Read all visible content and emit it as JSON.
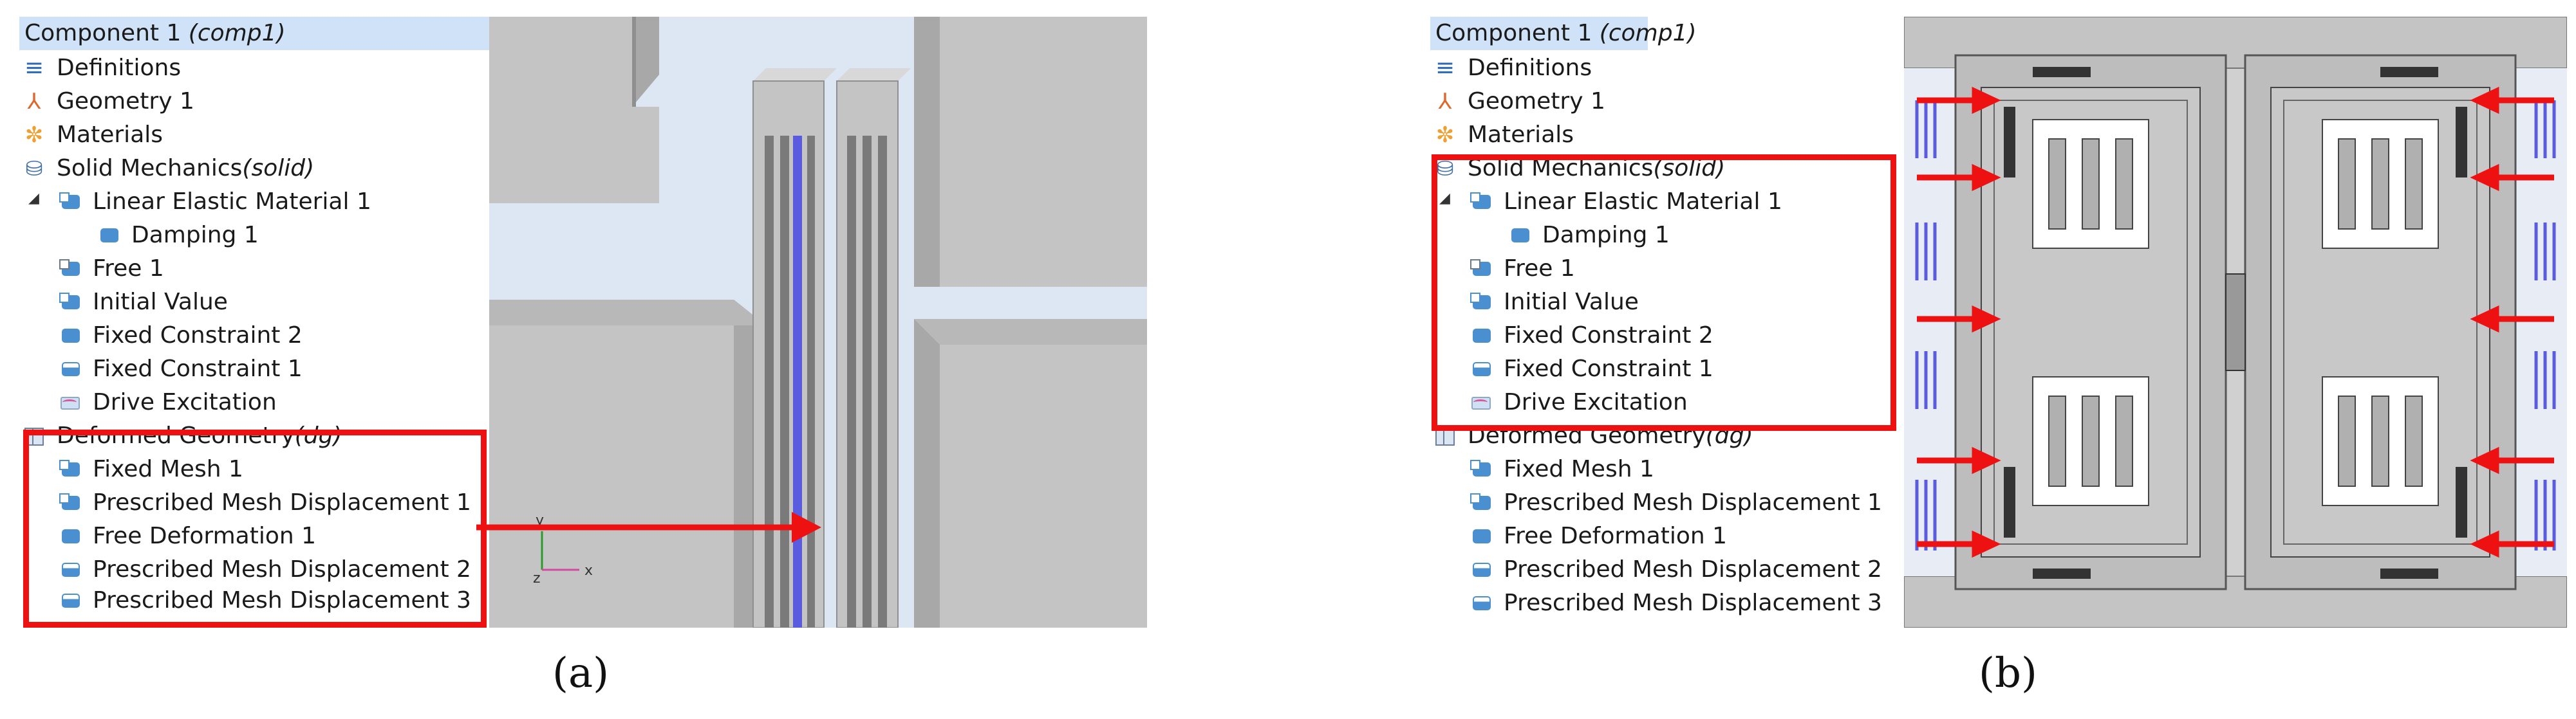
{
  "panel_a": {
    "tree": {
      "root": {
        "label": "Component 1 ",
        "tag": "(comp1)"
      },
      "items": [
        {
          "label": "Definitions",
          "tag": "",
          "icon": "definitions-icon"
        },
        {
          "label": "Geometry 1",
          "tag": "",
          "icon": "geometry-icon"
        },
        {
          "label": "Materials",
          "tag": "",
          "icon": "materials-icon"
        },
        {
          "label": "Solid Mechanics ",
          "tag": "(solid)",
          "icon": "solid-mechanics-icon"
        },
        {
          "label": "Linear Elastic Material 1",
          "tag": "",
          "icon": "domain-node-icon"
        },
        {
          "label": "Damping 1",
          "tag": "",
          "icon": "subnode-icon"
        },
        {
          "label": "Free 1",
          "tag": "",
          "icon": "free-node-icon"
        },
        {
          "label": "Initial Value",
          "tag": "",
          "icon": "domain-node-icon"
        },
        {
          "label": "Fixed Constraint 2",
          "tag": "",
          "icon": "subnode-icon"
        },
        {
          "label": "Fixed Constraint 1",
          "tag": "",
          "icon": "boundary-node-icon"
        },
        {
          "label": "Drive Excitation",
          "tag": "",
          "icon": "load-wave-icon"
        },
        {
          "label": "Deformed Geometry ",
          "tag": "(dg)",
          "icon": "deformed-geometry-icon"
        },
        {
          "label": "Fixed Mesh 1",
          "tag": "",
          "icon": "domain-node-icon"
        },
        {
          "label": "Prescribed Mesh Displacement 1",
          "tag": "",
          "icon": "domain-node-icon"
        },
        {
          "label": "Free Deformation 1",
          "tag": "",
          "icon": "subnode-icon"
        },
        {
          "label": "Prescribed Mesh Displacement 2",
          "tag": "",
          "icon": "boundary-node-icon"
        },
        {
          "label": "Prescribed Mesh Displacement 3",
          "tag": "",
          "icon": "boundary-node-icon"
        }
      ]
    },
    "axes": {
      "y": "y",
      "x": "x",
      "z": "z"
    },
    "caption": "(a)"
  },
  "panel_b": {
    "tree": {
      "root": {
        "label": "Component 1 ",
        "tag": "(comp1)"
      },
      "items": [
        {
          "label": "Definitions",
          "tag": ""
        },
        {
          "label": "Geometry 1",
          "tag": ""
        },
        {
          "label": "Materials",
          "tag": ""
        },
        {
          "label": "Solid Mechanics ",
          "tag": "(solid)"
        },
        {
          "label": "Linear Elastic Material 1",
          "tag": ""
        },
        {
          "label": "Damping 1",
          "tag": ""
        },
        {
          "label": "Free 1",
          "tag": ""
        },
        {
          "label": "Initial Value",
          "tag": ""
        },
        {
          "label": "Fixed Constraint 2",
          "tag": ""
        },
        {
          "label": "Fixed Constraint 1",
          "tag": ""
        },
        {
          "label": "Drive Excitation",
          "tag": ""
        },
        {
          "label": "Deformed Geometry ",
          "tag": "(dg)"
        },
        {
          "label": "Fixed Mesh 1",
          "tag": ""
        },
        {
          "label": "Prescribed Mesh Displacement 1",
          "tag": ""
        },
        {
          "label": "Free Deformation 1",
          "tag": ""
        },
        {
          "label": "Prescribed Mesh Displacement 2",
          "tag": ""
        },
        {
          "label": "Prescribed Mesh Displacement 3",
          "tag": ""
        }
      ]
    },
    "caption": "(b)"
  },
  "colors": {
    "highlight_box": "#ee1111",
    "tree_root_bg": "#cfe2f7",
    "model_gray": "#c4c4c4",
    "viewport_bg": "#dde7f3",
    "electrode_blue": "#5a5ce0"
  }
}
